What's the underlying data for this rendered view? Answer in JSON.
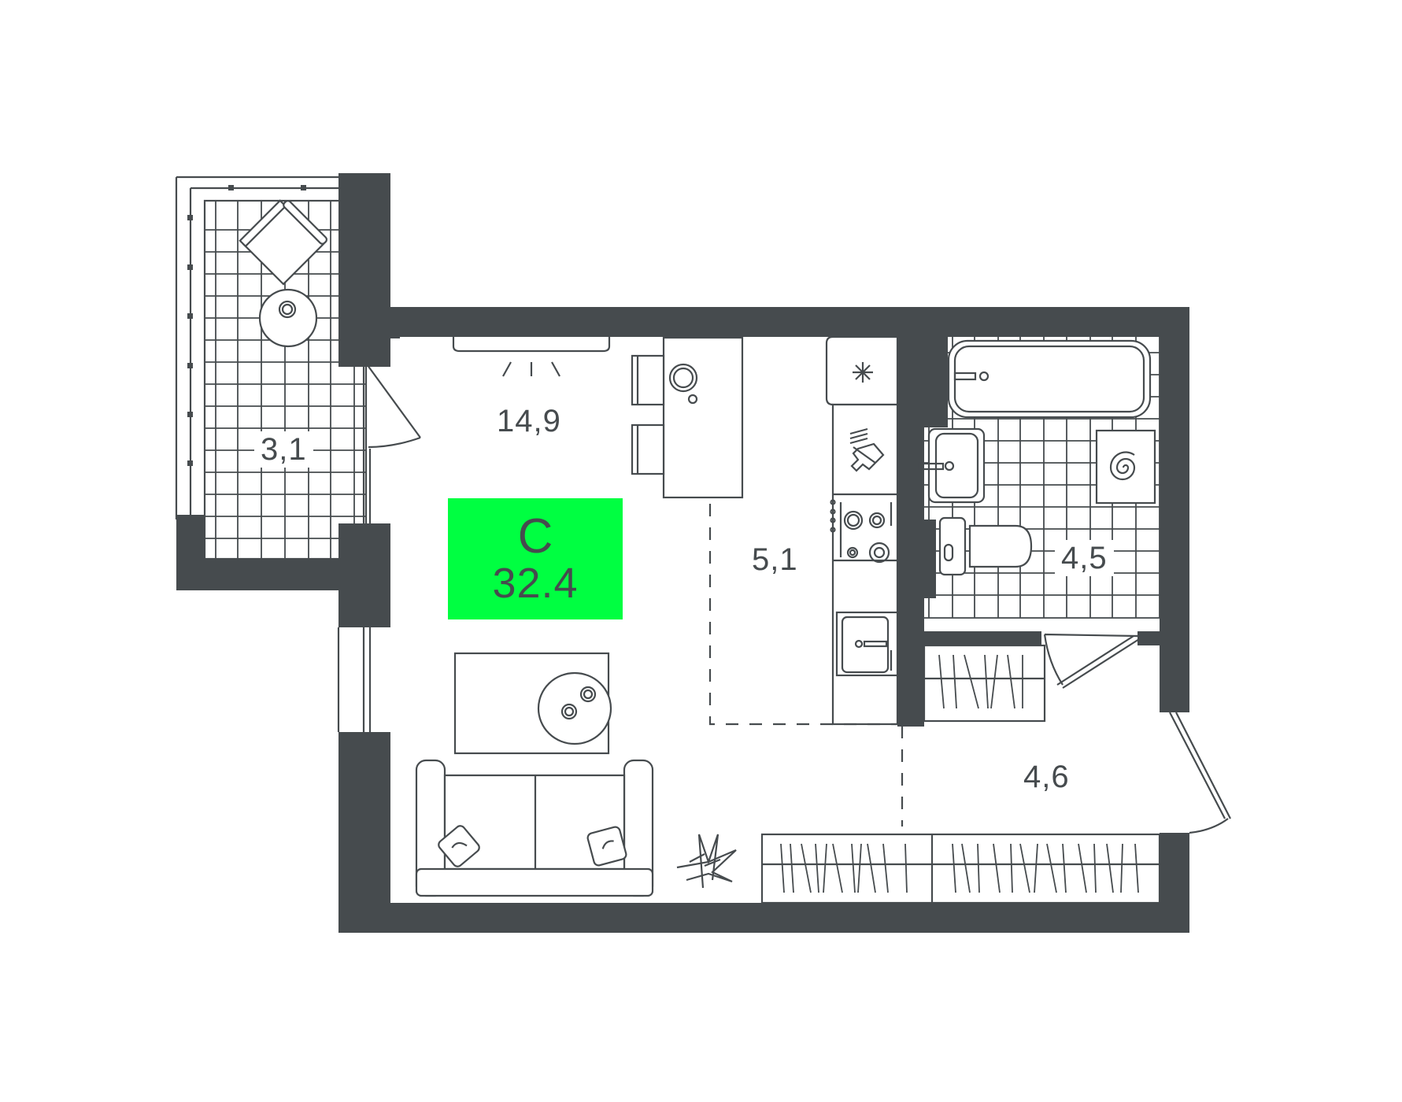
{
  "colors": {
    "wall": "#464b4e",
    "background": "#ffffff",
    "badge_background": "#00ff41",
    "badge_text": "#464b4e"
  },
  "badge": {
    "apartment_type": "С",
    "total_area": "32.4"
  },
  "rooms": [
    {
      "id": "living-room",
      "area": "14,9"
    },
    {
      "id": "kitchen",
      "area": "5,1"
    },
    {
      "id": "balcony",
      "area": "3,1"
    },
    {
      "id": "bathroom",
      "area": "4,5"
    },
    {
      "id": "hallway",
      "area": "4,6"
    }
  ],
  "furniture_icons": [
    "armchair-icon",
    "round-table-icon",
    "air-conditioner-icon",
    "dining-table-icon",
    "chair-icon",
    "fridge-icon",
    "cutting-board-icon",
    "stove-icon",
    "kitchen-sink-icon",
    "bathtub-icon",
    "washbasin-icon",
    "washing-machine-icon",
    "toilet-icon",
    "wardrobe-icon",
    "coffee-table-icon",
    "sofa-icon",
    "plant-icon",
    "door-icon",
    "window-icon"
  ]
}
